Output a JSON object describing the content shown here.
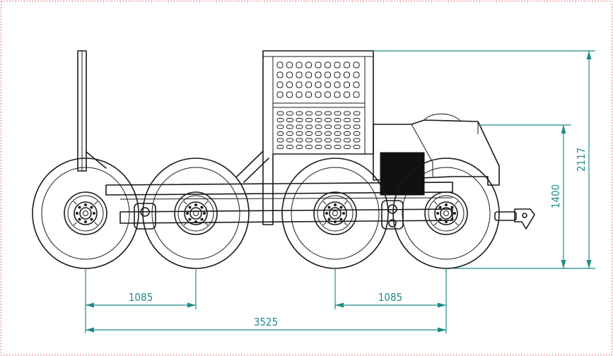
{
  "drawing": {
    "view": "side elevation",
    "colors": {
      "dimension": "#1f8a87",
      "outline": "#1a1a1a",
      "border": "#e05050"
    },
    "dimensions": {
      "wheelbase_rear": "1085",
      "wheelbase_front": "1085",
      "total_wheelbase": "3525",
      "body_height": "1400",
      "total_height": "2117"
    }
  }
}
